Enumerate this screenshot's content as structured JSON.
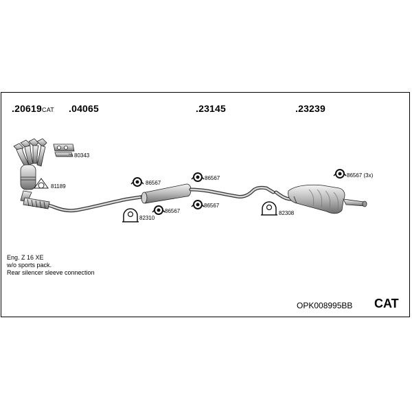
{
  "headers": {
    "h1_num": ".20619",
    "h1_suffix": "CAT",
    "h2": ".04065",
    "h3": ".23145",
    "h4": ".23239"
  },
  "parts": {
    "gasket": "80343",
    "sensor_ring": "81189",
    "clamp1": "86567",
    "clamp2": "86567",
    "clamp3": "86567",
    "clamp4": "86567",
    "clamp_rear": "86567 (3x)",
    "bracket1": "82310",
    "bracket2": "82308"
  },
  "notes": {
    "engine": "Eng. Z 16 XE",
    "sport": "w/o sports pack.",
    "connection": "Rear silencer sleeve connection"
  },
  "footer": {
    "reference": "OPK008995BB",
    "badge": "CAT"
  }
}
